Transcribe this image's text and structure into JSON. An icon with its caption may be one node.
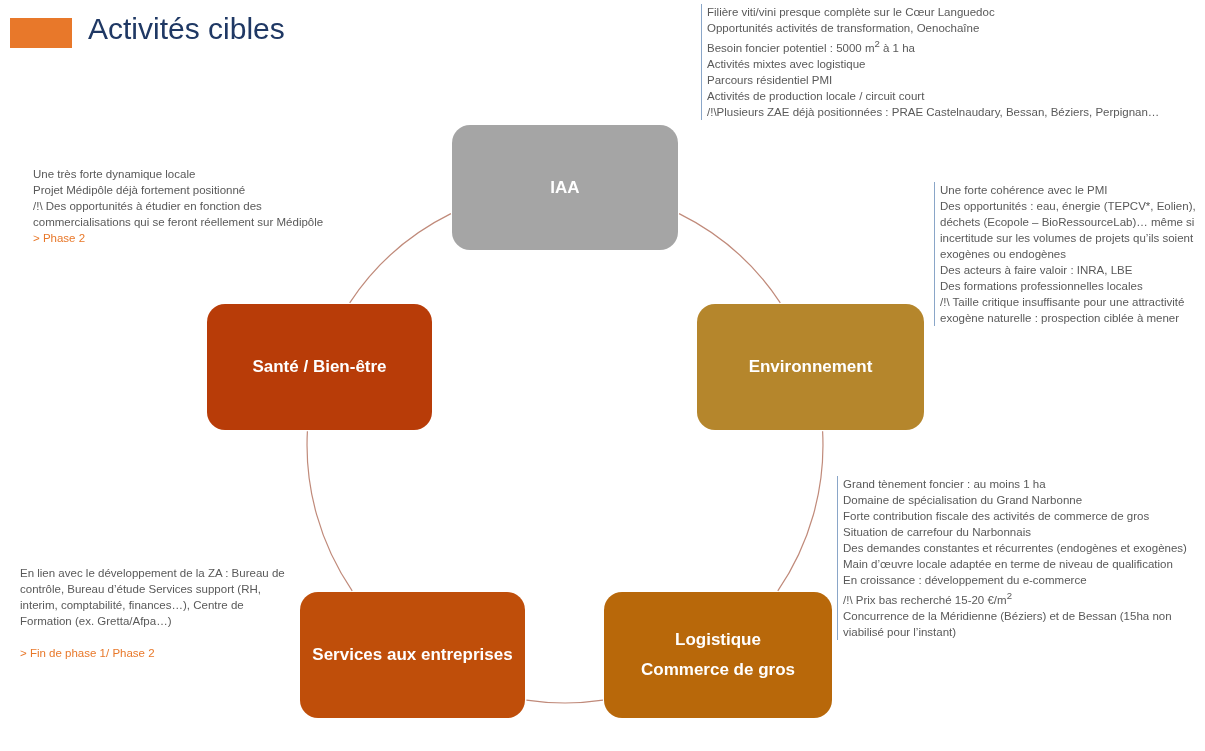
{
  "diagram": {
    "title": "Activités cibles",
    "nodes": [
      {
        "text": [
          "IAA"
        ],
        "beside": [
          "Filière viti/vini presque complète sur le Cœur Languedoc",
          "Opportunités activités de transformation, Oenochaîne",
          "Besoin foncier potentiel : 5000 m$^{2}$ à 1 ha",
          "Activités mixtes avec logistique",
          "Parcours résidentiel PMI",
          "Activités de production locale / circuit court",
          "/!\\Plusieurs ZAE déjà positionnées : PRAE Castelnaudary, Bessan, Béziers, Perpignan…"
        ]
      },
      {
        "text": [
          "Santé / Bien-être"
        ],
        "beside": [
          "Une très forte dynamique locale",
          "Projet Médipôle déjà fortement positionné",
          "/!\\ Des opportunités à étudier en fonction des commercialisations qui se feront réellement sur Médipôle",
          "> Phase 2"
        ]
      },
      {
        "text": [
          "Environnement"
        ],
        "beside": [
          "Une forte cohérence avec le PMI",
          "Des opportunités : eau, énergie (TEPCV*, Eolien), déchets (Ecopole – BioRessourceLab)… même si incertitude sur les volumes de projets qu’ils soient exogènes ou endogènes",
          "Des acteurs à faire valoir : INRA, LBE",
          "Des formations professionnelles locales",
          "/!\\ Taille critique insuffisante pour une attractivité exogène naturelle : prospection ciblée à mener"
        ]
      },
      {
        "text": [
          "Services aux entreprises"
        ],
        "beside": [
          "En lien avec le développement de la ZA : Bureau de contrôle, Bureau d’étude Services support (RH, interim, comptabilité, finances…), Centre de Formation (ex. Gretta/Afpa…)",
          "> Fin de phase 1/ Phase 2"
        ]
      },
      {
        "text": [
          "Logistique",
          "Commerce de gros"
        ],
        "beside": [
          "Grand tènement foncier : au moins 1 ha",
          "Domaine de spécialisation du Grand Narbonne",
          "Forte contribution fiscale des activités de commerce de gros",
          "Situation de carrefour du Narbonnais",
          "Des demandes constantes et récurrentes (endogènes et exogènes)",
          "Main d’œuvre locale adaptée en terme de niveau de qualification",
          "En croissance  : développement du e-commerce",
          "/!\\ Prix bas recherché 15-20 €/m$^{2}$",
          "Concurrence de la Méridienne (Béziers) et de Bessan (15ha non viabilisé pour l’instant)"
        ]
      }
    ],
    "edges": [
      {
        "from": 0,
        "to": 2,
        "arrow": "none"
      },
      {
        "from": 2,
        "to": 4,
        "arrow": "none"
      },
      {
        "from": 4,
        "to": 3,
        "arrow": "none"
      },
      {
        "from": 3,
        "to": 1,
        "arrow": "none"
      },
      {
        "from": 1,
        "to": 0,
        "arrow": "none"
      }
    ]
  }
}
